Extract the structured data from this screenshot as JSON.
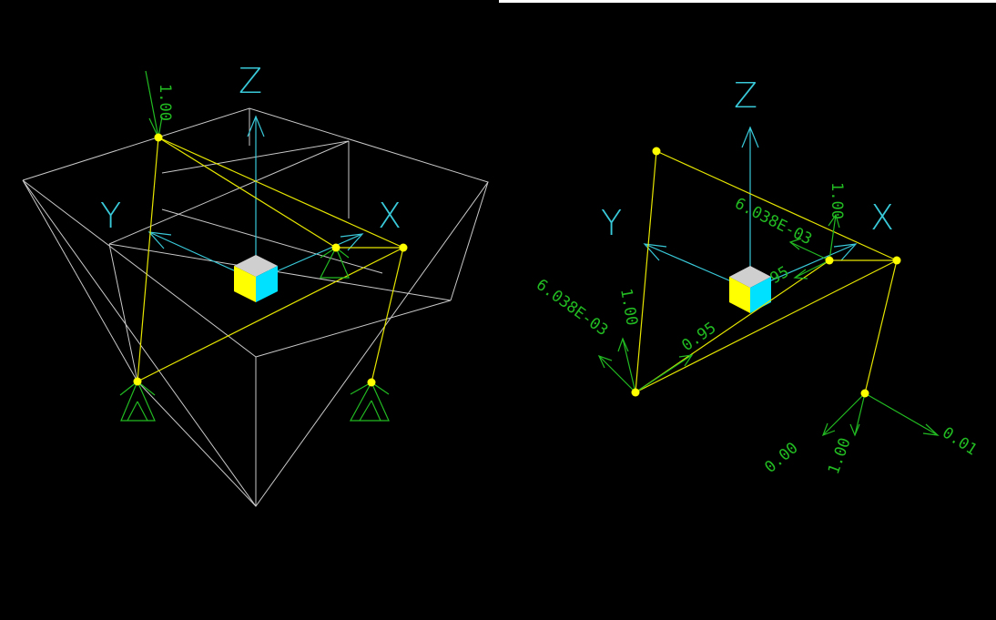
{
  "colors": {
    "background": "#000000",
    "grid": "#c9c9c9",
    "frame": "#e6e600",
    "joint": "#ffff00",
    "axis": "#39c9d9",
    "load": "#22bb22",
    "cube_top": "#cfcfcf",
    "cube_left": "#ffff00",
    "cube_right": "#00e0ff"
  },
  "left_view": {
    "axes": {
      "x": "X",
      "y": "Y",
      "z": "Z"
    },
    "labels": {
      "top_load": "1.00"
    }
  },
  "right_view": {
    "axes": {
      "x": "X",
      "y": "Y",
      "z": "Z"
    },
    "labels": {
      "center_moment": "6.038E-03",
      "center_force_up": "1.00",
      "center_force_small": "95",
      "left_moment": "6.038E-03",
      "left_force_up": "1.00",
      "left_force_diag": "0.95",
      "bottom_left": "0.00",
      "bottom_mid": "1.00",
      "bottom_right": "0.01"
    }
  }
}
